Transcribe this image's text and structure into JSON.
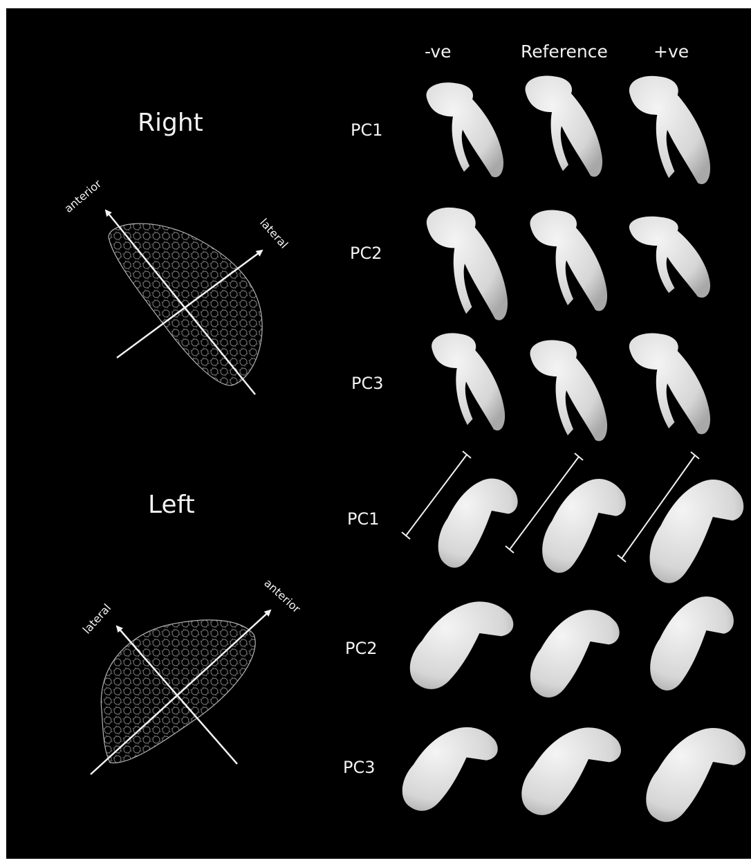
{
  "columns": {
    "neg": "-ve",
    "ref": "Reference",
    "pos": "+ve"
  },
  "right": {
    "title": "Right",
    "axes": {
      "a": "anterior",
      "b": "lateral"
    },
    "rows": [
      "PC1",
      "PC2",
      "PC3"
    ]
  },
  "left": {
    "title": "Left",
    "axes": {
      "a": "lateral",
      "b": "anterior"
    },
    "rows": [
      "PC1",
      "PC2",
      "PC3"
    ]
  },
  "colors": {
    "background": "#000000",
    "text": "#f2f2f2",
    "shape": "#dcdcdc",
    "mesh": "#9a9a9a"
  }
}
